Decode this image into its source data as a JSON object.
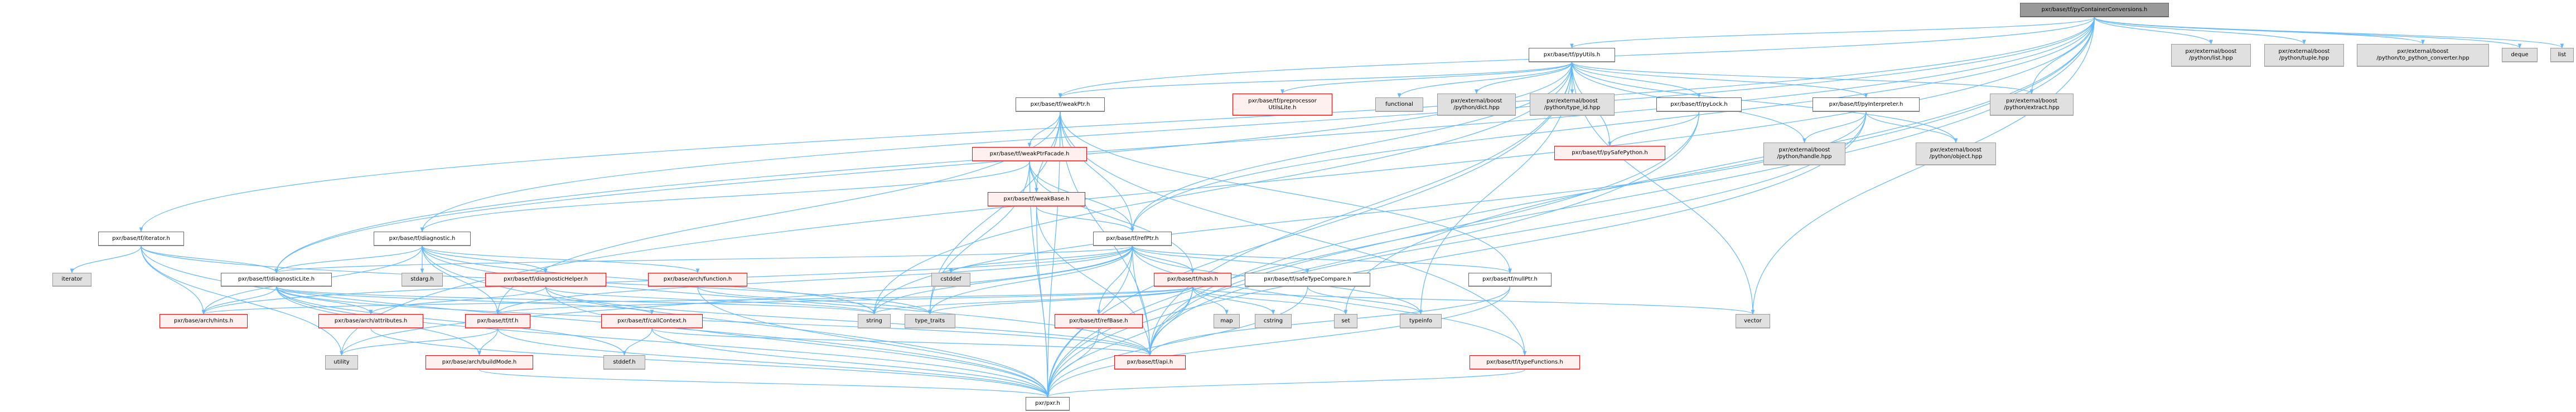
{
  "graph": {
    "title": "pxr/base/tf/pyContainerConversions.h",
    "colors": {
      "edge": "#63b8ff",
      "root": "#999999",
      "red_border": "#ff0000",
      "external_fill": "#e0e0e0"
    },
    "nodes": {
      "root": {
        "label": "pxr/base/tf/pyContainerConversions.h",
        "kind": "root"
      },
      "list_hpp": {
        "label": "pxr/external/boost\n/python/list.hpp",
        "kind": "gray"
      },
      "tuple_hpp": {
        "label": "pxr/external/boost\n/python/tuple.hpp",
        "kind": "gray"
      },
      "to_python": {
        "label": "pxr/external/boost\n/python/to_python_converter.hpp",
        "kind": "gray"
      },
      "deque": {
        "label": "deque",
        "kind": "gray"
      },
      "list": {
        "label": "list",
        "kind": "gray"
      },
      "pyUtils": {
        "label": "pxr/base/tf/pyUtils.h",
        "kind": "normal"
      },
      "weakPtr": {
        "label": "pxr/base/tf/weakPtr.h",
        "kind": "normal"
      },
      "preproc": {
        "label": "pxr/base/tf/preprocessor\nUtilsLite.h",
        "kind": "red"
      },
      "functional": {
        "label": "functional",
        "kind": "gray"
      },
      "dict": {
        "label": "pxr/external/boost\n/python/dict.hpp",
        "kind": "gray"
      },
      "type_id": {
        "label": "pxr/external/boost\n/python/type_id.hpp",
        "kind": "gray"
      },
      "pyLock": {
        "label": "pxr/base/tf/pyLock.h",
        "kind": "normal"
      },
      "pyInterp": {
        "label": "pxr/base/tf/pyInterpreter.h",
        "kind": "normal"
      },
      "extract": {
        "label": "pxr/external/boost\n/python/extract.hpp",
        "kind": "gray"
      },
      "weakPtrFacade": {
        "label": "pxr/base/tf/weakPtrFacade.h",
        "kind": "red"
      },
      "pySafePython": {
        "label": "pxr/base/tf/pySafePython.h",
        "kind": "red"
      },
      "handle": {
        "label": "pxr/external/boost\n/python/handle.hpp",
        "kind": "gray"
      },
      "object": {
        "label": "pxr/external/boost\n/python/object.hpp",
        "kind": "gray"
      },
      "weakBase": {
        "label": "pxr/base/tf/weakBase.h",
        "kind": "red"
      },
      "iterator": {
        "label": "pxr/base/tf/iterator.h",
        "kind": "normal"
      },
      "diagnostic": {
        "label": "pxr/base/tf/diagnostic.h",
        "kind": "normal"
      },
      "refPtr": {
        "label": "pxr/base/tf/refPtr.h",
        "kind": "normal"
      },
      "iteratorStd": {
        "label": "iterator",
        "kind": "gray"
      },
      "diagLite": {
        "label": "pxr/base/tf/diagnosticLite.h",
        "kind": "normal"
      },
      "stdarg": {
        "label": "stdarg.h",
        "kind": "gray"
      },
      "diagHelper": {
        "label": "pxr/base/tf/diagnosticHelper.h",
        "kind": "red"
      },
      "function": {
        "label": "pxr/base/arch/function.h",
        "kind": "red"
      },
      "cstddef": {
        "label": "cstddef",
        "kind": "gray"
      },
      "hash": {
        "label": "pxr/base/tf/hash.h",
        "kind": "red"
      },
      "safeType": {
        "label": "pxr/base/tf/safeTypeCompare.h",
        "kind": "normal"
      },
      "nullPtr": {
        "label": "pxr/base/tf/nullPtr.h",
        "kind": "normal"
      },
      "hints": {
        "label": "pxr/base/arch/hints.h",
        "kind": "red"
      },
      "attributes": {
        "label": "pxr/base/arch/attributes.h",
        "kind": "red"
      },
      "tfh": {
        "label": "pxr/base/tf/tf.h",
        "kind": "red"
      },
      "callContext": {
        "label": "pxr/base/tf/callContext.h",
        "kind": "red"
      },
      "string": {
        "label": "string",
        "kind": "gray"
      },
      "type_traits": {
        "label": "type_traits",
        "kind": "gray"
      },
      "refBase": {
        "label": "pxr/base/tf/refBase.h",
        "kind": "red"
      },
      "map": {
        "label": "map",
        "kind": "gray"
      },
      "cstring": {
        "label": "cstring",
        "kind": "gray"
      },
      "set": {
        "label": "set",
        "kind": "gray"
      },
      "typeinfo": {
        "label": "typeinfo",
        "kind": "gray"
      },
      "vector": {
        "label": "vector",
        "kind": "gray"
      },
      "utility": {
        "label": "utility",
        "kind": "gray"
      },
      "buildMode": {
        "label": "pxr/base/arch/buildMode.h",
        "kind": "red"
      },
      "stddef": {
        "label": "stddef.h",
        "kind": "gray"
      },
      "api": {
        "label": "pxr/base/tf/api.h",
        "kind": "red"
      },
      "typeFunctions": {
        "label": "pxr/base/tf/typeFunctions.h",
        "kind": "red"
      },
      "pxr": {
        "label": "pxr/pxr.h",
        "kind": "normal"
      }
    },
    "edges": [
      [
        "root",
        "pyUtils"
      ],
      [
        "root",
        "weakPtr"
      ],
      [
        "root",
        "refPtr"
      ],
      [
        "root",
        "diagnostic"
      ],
      [
        "root",
        "iterator"
      ],
      [
        "root",
        "diagLite"
      ],
      [
        "root",
        "list_hpp"
      ],
      [
        "root",
        "tuple_hpp"
      ],
      [
        "root",
        "to_python"
      ],
      [
        "root",
        "deque"
      ],
      [
        "root",
        "list"
      ],
      [
        "root",
        "extract"
      ],
      [
        "root",
        "vector"
      ],
      [
        "root",
        "utility"
      ],
      [
        "root",
        "pxr"
      ],
      [
        "root",
        "set"
      ],
      [
        "root",
        "api"
      ],
      [
        "pyUtils",
        "preproc"
      ],
      [
        "pyUtils",
        "functional"
      ],
      [
        "pyUtils",
        "dict"
      ],
      [
        "pyUtils",
        "type_id"
      ],
      [
        "pyUtils",
        "pyLock"
      ],
      [
        "pyUtils",
        "pyInterp"
      ],
      [
        "pyUtils",
        "extract"
      ],
      [
        "pyUtils",
        "handle"
      ],
      [
        "pyUtils",
        "object"
      ],
      [
        "pyUtils",
        "pySafePython"
      ],
      [
        "pyUtils",
        "weakPtr"
      ],
      [
        "pyUtils",
        "refPtr"
      ],
      [
        "pyUtils",
        "diagLite"
      ],
      [
        "pyUtils",
        "string"
      ],
      [
        "pyUtils",
        "typeinfo"
      ],
      [
        "pyUtils",
        "vector"
      ],
      [
        "pyUtils",
        "pxr"
      ],
      [
        "pyUtils",
        "api"
      ],
      [
        "weakPtr",
        "weakPtrFacade"
      ],
      [
        "weakPtr",
        "weakBase"
      ],
      [
        "weakPtr",
        "refPtr"
      ],
      [
        "weakPtr",
        "nullPtr"
      ],
      [
        "weakPtr",
        "api"
      ],
      [
        "weakPtr",
        "pxr"
      ],
      [
        "weakPtr",
        "type_traits"
      ],
      [
        "weakPtr",
        "typeFunctions"
      ],
      [
        "weakPtr",
        "tfh"
      ],
      [
        "weakPtrFacade",
        "weakBase"
      ],
      [
        "weakPtrFacade",
        "refPtr"
      ],
      [
        "weakPtrFacade",
        "hash"
      ],
      [
        "weakPtrFacade",
        "diagnostic"
      ],
      [
        "weakPtrFacade",
        "type_traits"
      ],
      [
        "weakPtrFacade",
        "pxr"
      ],
      [
        "weakBase",
        "refPtr"
      ],
      [
        "weakBase",
        "api"
      ],
      [
        "weakBase",
        "pxr"
      ],
      [
        "pyLock",
        "pySafePython"
      ],
      [
        "pyLock",
        "api"
      ],
      [
        "pyLock",
        "pxr"
      ],
      [
        "pyInterp",
        "handle"
      ],
      [
        "pyInterp",
        "object"
      ],
      [
        "pyInterp",
        "api"
      ],
      [
        "pyInterp",
        "pxr"
      ],
      [
        "pyInterp",
        "string"
      ],
      [
        "refPtr",
        "cstddef"
      ],
      [
        "refPtr",
        "hash"
      ],
      [
        "refPtr",
        "safeType"
      ],
      [
        "refPtr",
        "nullPtr"
      ],
      [
        "refPtr",
        "refBase"
      ],
      [
        "refPtr",
        "api"
      ],
      [
        "refPtr",
        "pxr"
      ],
      [
        "refPtr",
        "string"
      ],
      [
        "refPtr",
        "type_traits"
      ],
      [
        "refPtr",
        "typeinfo"
      ],
      [
        "refPtr",
        "diagLite"
      ],
      [
        "refPtr",
        "hints"
      ],
      [
        "refPtr",
        "typeFunctions"
      ],
      [
        "refPtr",
        "utility"
      ],
      [
        "refPtr",
        "tfh"
      ],
      [
        "hash",
        "map"
      ],
      [
        "hash",
        "cstring"
      ],
      [
        "hash",
        "set"
      ],
      [
        "hash",
        "string"
      ],
      [
        "hash",
        "type_traits"
      ],
      [
        "hash",
        "vector"
      ],
      [
        "hash",
        "api"
      ],
      [
        "hash",
        "pxr"
      ],
      [
        "hash",
        "hints"
      ],
      [
        "hash",
        "tfh"
      ],
      [
        "safeType",
        "typeinfo"
      ],
      [
        "safeType",
        "pxr"
      ],
      [
        "nullPtr",
        "api"
      ],
      [
        "nullPtr",
        "pxr"
      ],
      [
        "refBase",
        "api"
      ],
      [
        "refBase",
        "pxr"
      ],
      [
        "typeFunctions",
        "pxr"
      ],
      [
        "iterator",
        "iteratorStd"
      ],
      [
        "iterator",
        "diagLite"
      ],
      [
        "iterator",
        "hints"
      ],
      [
        "iterator",
        "utility"
      ],
      [
        "iterator",
        "pxr"
      ],
      [
        "iterator",
        "type_traits"
      ],
      [
        "diagnostic",
        "diagLite"
      ],
      [
        "diagnostic",
        "stdarg"
      ],
      [
        "diagnostic",
        "diagHelper"
      ],
      [
        "diagnostic",
        "function"
      ],
      [
        "diagnostic",
        "hints"
      ],
      [
        "diagnostic",
        "tfh"
      ],
      [
        "diagnostic",
        "string"
      ],
      [
        "diagnostic",
        "pxr"
      ],
      [
        "diagnostic",
        "api"
      ],
      [
        "diagLite",
        "hints"
      ],
      [
        "diagLite",
        "attributes"
      ],
      [
        "diagLite",
        "callContext"
      ],
      [
        "diagLite",
        "buildMode"
      ],
      [
        "diagLite",
        "stddef"
      ],
      [
        "diagLite",
        "api"
      ],
      [
        "diagLite",
        "pxr"
      ],
      [
        "diagLite",
        "string"
      ],
      [
        "diagHelper",
        "attributes"
      ],
      [
        "diagHelper",
        "api"
      ],
      [
        "diagHelper",
        "pxr"
      ],
      [
        "diagHelper",
        "string"
      ],
      [
        "function",
        "pxr"
      ],
      [
        "function",
        "type_traits"
      ],
      [
        "tfh",
        "buildMode"
      ],
      [
        "tfh",
        "utility"
      ],
      [
        "tfh",
        "pxr"
      ],
      [
        "callContext",
        "stddef"
      ],
      [
        "callContext",
        "api"
      ],
      [
        "callContext",
        "pxr"
      ],
      [
        "attributes",
        "pxr"
      ],
      [
        "buildMode",
        "pxr"
      ]
    ]
  }
}
